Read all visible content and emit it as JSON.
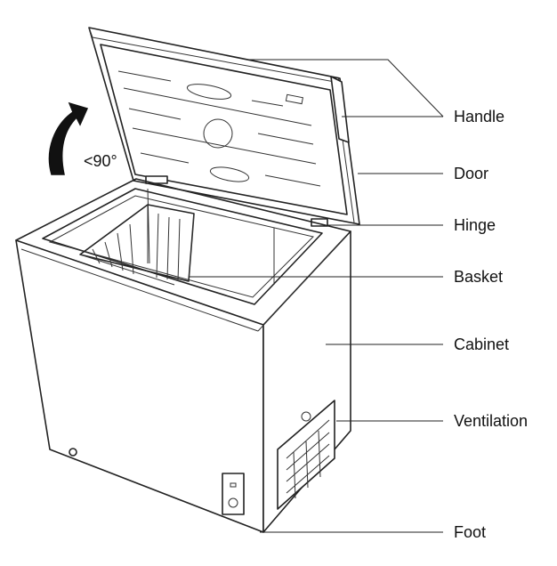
{
  "labels": {
    "handle": "Handle",
    "door": "Door",
    "hinge": "Hinge",
    "basket": "Basket",
    "cabinet": "Cabinet",
    "ventilation": "Ventilation",
    "foot": "Foot"
  },
  "angle_label": "<90°",
  "colors": {
    "line": "#222222",
    "arrow": "#111111",
    "background": "#ffffff"
  }
}
